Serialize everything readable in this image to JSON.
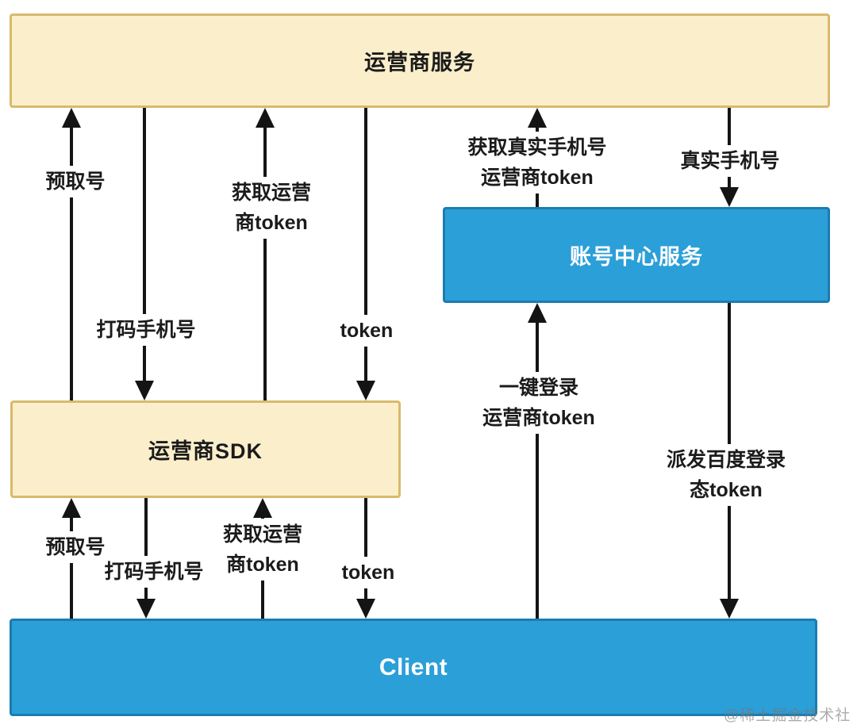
{
  "boxes": {
    "operator_service": "运营商服务",
    "account_center": "账号中心服务",
    "operator_sdk": "运营商SDK",
    "client": "Client"
  },
  "edges": {
    "service_sdk": {
      "prefetch": "预取号",
      "masked_phone": "打码手机号",
      "get_operator_token": "获取运营\n商token",
      "token": "token"
    },
    "service_account": {
      "get_real_phone": "获取真实手机号\n运营商token",
      "real_phone": "真实手机号"
    },
    "account_client": {
      "one_click_login": "一键登录\n运营商token",
      "dispatch_token": "派发百度登录态token"
    },
    "sdk_client": {
      "prefetch": "预取号",
      "masked_phone": "打码手机号",
      "get_operator_token": "获取运营\n商token",
      "token": "token"
    }
  },
  "watermark": "@稀土掘金技术社区",
  "colors": {
    "yellow_fill": "#FBEFCB",
    "yellow_border": "#D9B96C",
    "blue_fill": "#2B9FD8",
    "blue_border": "#1C7CB0",
    "line": "#141414",
    "text": "#1b1b1b"
  }
}
